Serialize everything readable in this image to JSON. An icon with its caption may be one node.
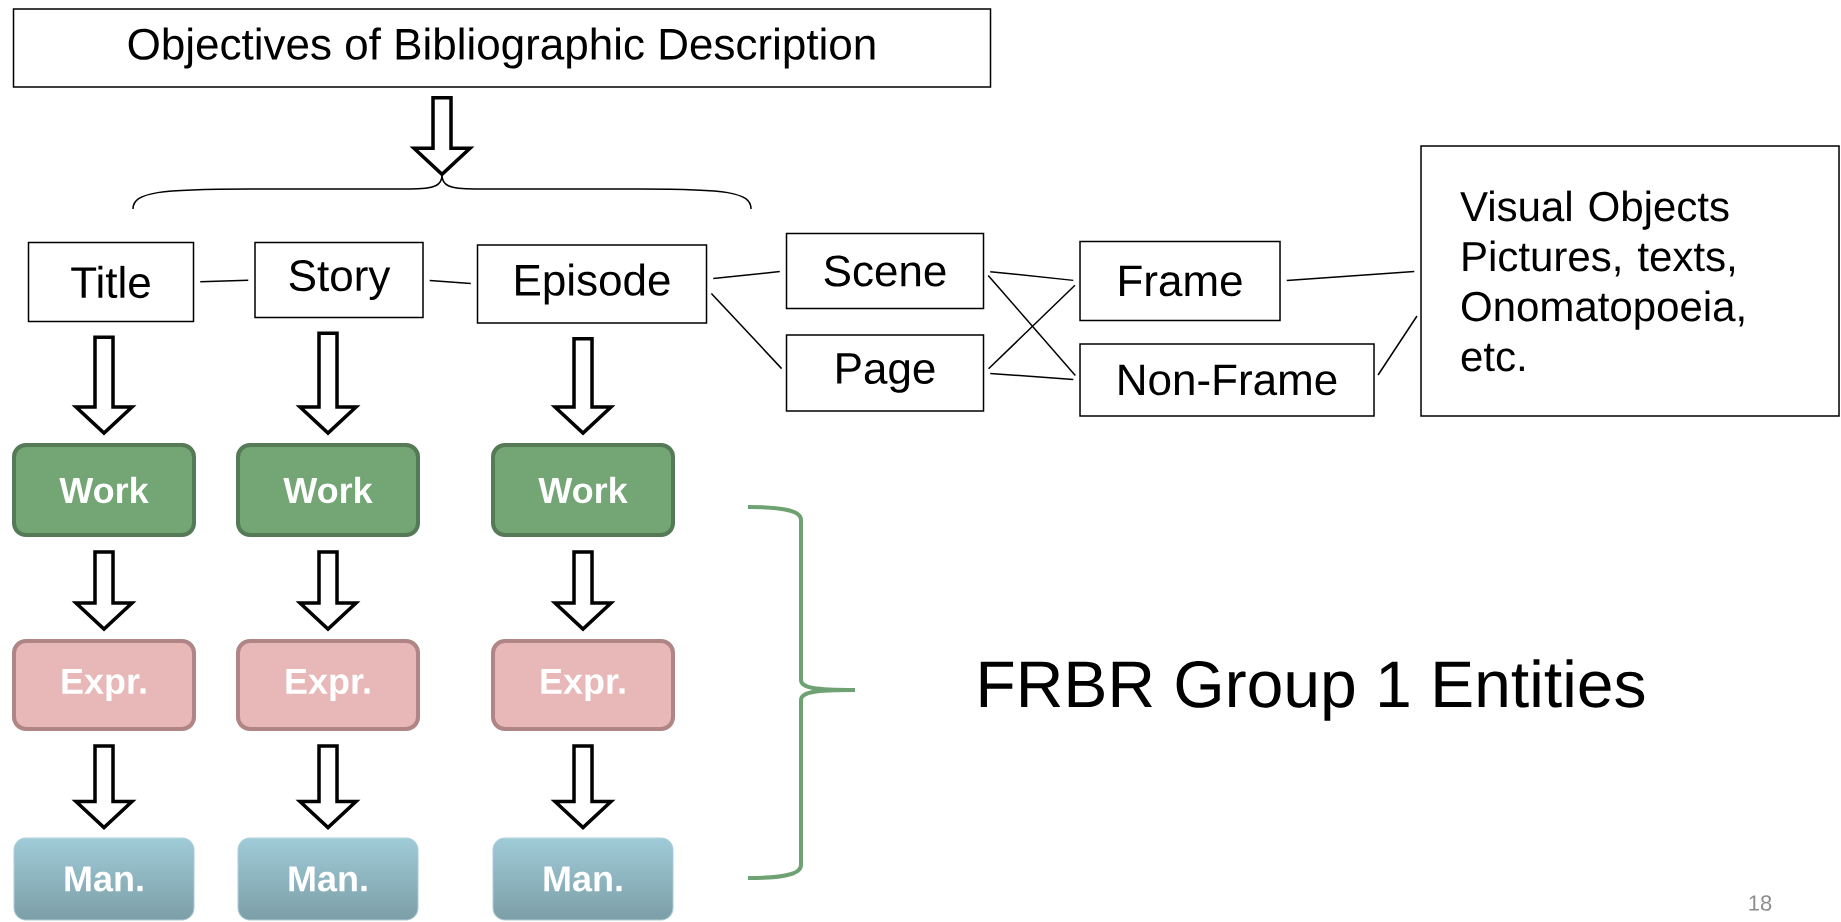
{
  "diagram": {
    "nodes": [
      {
        "text": [
          "Objectives of Bibliographic Description"
        ]
      },
      {
        "text": [],
        "shape": "brace"
      },
      {
        "text": [
          "Title"
        ]
      },
      {
        "text": [
          "Story"
        ]
      },
      {
        "text": [
          "Episode"
        ]
      },
      {
        "text": [
          "Scene"
        ]
      },
      {
        "text": [
          "Page"
        ]
      },
      {
        "text": [
          "Frame"
        ]
      },
      {
        "text": [
          "Non-Frame"
        ]
      },
      {
        "text": [
          "Visual Objects",
          "Pictures, texts, Onomatopoeia, etc."
        ]
      },
      {
        "text": [
          "Work"
        ]
      },
      {
        "text": [
          "Work"
        ]
      },
      {
        "text": [
          "Work"
        ]
      },
      {
        "text": [
          "Expr."
        ]
      },
      {
        "text": [
          "Expr."
        ]
      },
      {
        "text": [
          "Expr."
        ]
      },
      {
        "text": [
          "Man."
        ]
      },
      {
        "text": [
          "Man."
        ]
      },
      {
        "text": [
          "Man."
        ]
      }
    ],
    "edges": [
      {
        "from": 0,
        "to": 1,
        "arrow": "to"
      },
      {
        "from": 2,
        "to": 3,
        "arrow": "none"
      },
      {
        "from": 3,
        "to": 4,
        "arrow": "none"
      },
      {
        "from": 4,
        "to": 5,
        "arrow": "none"
      },
      {
        "from": 4,
        "to": 6,
        "arrow": "none"
      },
      {
        "from": 5,
        "to": 7,
        "arrow": "none"
      },
      {
        "from": 5,
        "to": 8,
        "arrow": "none"
      },
      {
        "from": 6,
        "to": 7,
        "arrow": "none"
      },
      {
        "from": 6,
        "to": 8,
        "arrow": "none"
      },
      {
        "from": 7,
        "to": 9,
        "arrow": "none"
      },
      {
        "from": 8,
        "to": 9,
        "arrow": "none"
      },
      {
        "from": 2,
        "to": 10,
        "arrow": "to"
      },
      {
        "from": 3,
        "to": 11,
        "arrow": "to"
      },
      {
        "from": 4,
        "to": 12,
        "arrow": "to"
      },
      {
        "from": 10,
        "to": 13,
        "arrow": "to"
      },
      {
        "from": 11,
        "to": 14,
        "arrow": "to"
      },
      {
        "from": 12,
        "to": 15,
        "arrow": "to"
      },
      {
        "from": 13,
        "to": 16,
        "arrow": "to"
      },
      {
        "from": 14,
        "to": 17,
        "arrow": "to"
      },
      {
        "from": 15,
        "to": 18,
        "arrow": "to"
      }
    ],
    "labels": [
      "FRBR Group 1 Entities",
      "18"
    ]
  }
}
